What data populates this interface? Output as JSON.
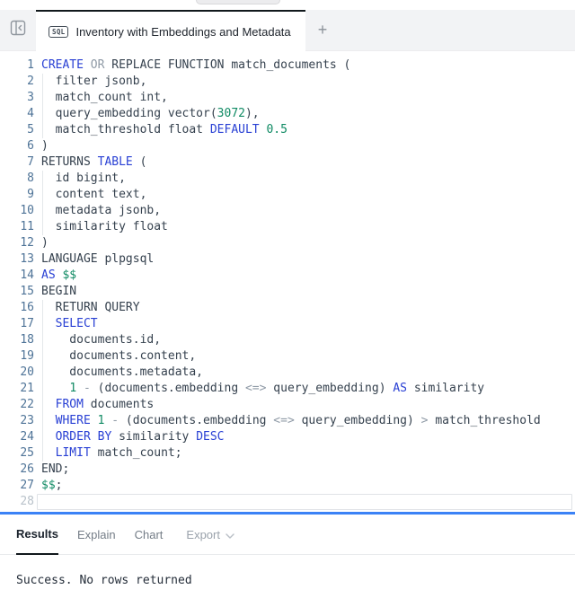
{
  "tab_bar": {
    "collapse_icon": "panel-left-collapse",
    "tab": {
      "badge": "SQL",
      "title": "Inventory with Embeddings and Metadata"
    },
    "new_tab_label": "+"
  },
  "editor": {
    "lines": [
      {
        "n": "1",
        "tokens": [
          [
            "kw",
            "CREATE"
          ],
          [
            "d",
            " "
          ],
          [
            "op",
            "OR"
          ],
          [
            "d",
            " REPLACE FUNCTION match_documents ("
          ]
        ]
      },
      {
        "n": "2",
        "g": 1,
        "tokens": [
          [
            "d",
            "  filter jsonb,"
          ]
        ]
      },
      {
        "n": "3",
        "g": 1,
        "tokens": [
          [
            "d",
            "  match_count int,"
          ]
        ]
      },
      {
        "n": "4",
        "g": 1,
        "tokens": [
          [
            "d",
            "  query_embedding vector("
          ],
          [
            "num",
            "3072"
          ],
          [
            "d",
            "),"
          ]
        ]
      },
      {
        "n": "5",
        "g": 1,
        "tokens": [
          [
            "d",
            "  match_threshold float "
          ],
          [
            "kw",
            "DEFAULT"
          ],
          [
            "d",
            " "
          ],
          [
            "num",
            "0.5"
          ]
        ]
      },
      {
        "n": "6",
        "tokens": [
          [
            "d",
            ")"
          ]
        ]
      },
      {
        "n": "7",
        "tokens": [
          [
            "d",
            "RETURNS "
          ],
          [
            "kw",
            "TABLE"
          ],
          [
            "d",
            " ("
          ]
        ]
      },
      {
        "n": "8",
        "g": 1,
        "tokens": [
          [
            "d",
            "  id bigint,"
          ]
        ]
      },
      {
        "n": "9",
        "g": 1,
        "tokens": [
          [
            "d",
            "  content text,"
          ]
        ]
      },
      {
        "n": "10",
        "g": 1,
        "tokens": [
          [
            "d",
            "  metadata jsonb,"
          ]
        ]
      },
      {
        "n": "11",
        "g": 1,
        "tokens": [
          [
            "d",
            "  similarity float"
          ]
        ]
      },
      {
        "n": "12",
        "tokens": [
          [
            "d",
            ")"
          ]
        ]
      },
      {
        "n": "13",
        "tokens": [
          [
            "d",
            "LANGUAGE plpgsql"
          ]
        ]
      },
      {
        "n": "14",
        "tokens": [
          [
            "kw",
            "AS"
          ],
          [
            "d",
            " "
          ],
          [
            "num",
            "$$"
          ]
        ]
      },
      {
        "n": "15",
        "tokens": [
          [
            "d",
            "BEGIN"
          ]
        ]
      },
      {
        "n": "16",
        "g": 1,
        "tokens": [
          [
            "d",
            "  RETURN QUERY"
          ]
        ]
      },
      {
        "n": "17",
        "g": 1,
        "tokens": [
          [
            "d",
            "  "
          ],
          [
            "kw",
            "SELECT"
          ]
        ]
      },
      {
        "n": "18",
        "g": 1,
        "tokens": [
          [
            "d",
            "    documents.id,"
          ]
        ]
      },
      {
        "n": "19",
        "g": 1,
        "tokens": [
          [
            "d",
            "    documents.content,"
          ]
        ]
      },
      {
        "n": "20",
        "g": 1,
        "tokens": [
          [
            "d",
            "    documents.metadata,"
          ]
        ]
      },
      {
        "n": "21",
        "g": 1,
        "tokens": [
          [
            "d",
            "    "
          ],
          [
            "num",
            "1"
          ],
          [
            "d",
            " "
          ],
          [
            "op",
            "-"
          ],
          [
            "d",
            " (documents.embedding "
          ],
          [
            "op",
            "<=>"
          ],
          [
            "d",
            " query_embedding) "
          ],
          [
            "kw",
            "AS"
          ],
          [
            "d",
            " similarity"
          ]
        ]
      },
      {
        "n": "22",
        "g": 1,
        "tokens": [
          [
            "d",
            "  "
          ],
          [
            "kw",
            "FROM"
          ],
          [
            "d",
            " documents"
          ]
        ]
      },
      {
        "n": "23",
        "g": 1,
        "tokens": [
          [
            "d",
            "  "
          ],
          [
            "kw",
            "WHERE"
          ],
          [
            "d",
            " "
          ],
          [
            "num",
            "1"
          ],
          [
            "d",
            " "
          ],
          [
            "op",
            "-"
          ],
          [
            "d",
            " (documents.embedding "
          ],
          [
            "op",
            "<=>"
          ],
          [
            "d",
            " query_embedding) "
          ],
          [
            "op",
            ">"
          ],
          [
            "d",
            " match_threshold"
          ]
        ]
      },
      {
        "n": "24",
        "g": 1,
        "tokens": [
          [
            "d",
            "  "
          ],
          [
            "kw",
            "ORDER"
          ],
          [
            "d",
            " "
          ],
          [
            "kw",
            "BY"
          ],
          [
            "d",
            " similarity "
          ],
          [
            "kw",
            "DESC"
          ]
        ]
      },
      {
        "n": "25",
        "g": 1,
        "tokens": [
          [
            "d",
            "  "
          ],
          [
            "kw",
            "LIMIT"
          ],
          [
            "d",
            " match_count;"
          ]
        ]
      },
      {
        "n": "26",
        "tokens": [
          [
            "d",
            "END;"
          ]
        ]
      },
      {
        "n": "27",
        "tokens": [
          [
            "num",
            "$$"
          ],
          [
            "d",
            ";"
          ]
        ]
      },
      {
        "n": "28",
        "dim": true,
        "cursor": true,
        "tokens": []
      }
    ]
  },
  "results": {
    "tabs": [
      {
        "label": "Results",
        "active": true
      },
      {
        "label": "Explain",
        "active": false
      },
      {
        "label": "Chart",
        "active": false
      }
    ],
    "export_label": "Export",
    "message": "Success. No rows returned"
  },
  "colors": {
    "keyword": "#2940d4",
    "operator": "#8f9aa6",
    "number_literal": "#0f8a63",
    "code_text": "#35414e",
    "line_number": "#4e7397",
    "line_number_dim": "#b9c2ca",
    "splitter_accent": "#3b82f6",
    "tabbar_bg": "#f2f3f5"
  }
}
